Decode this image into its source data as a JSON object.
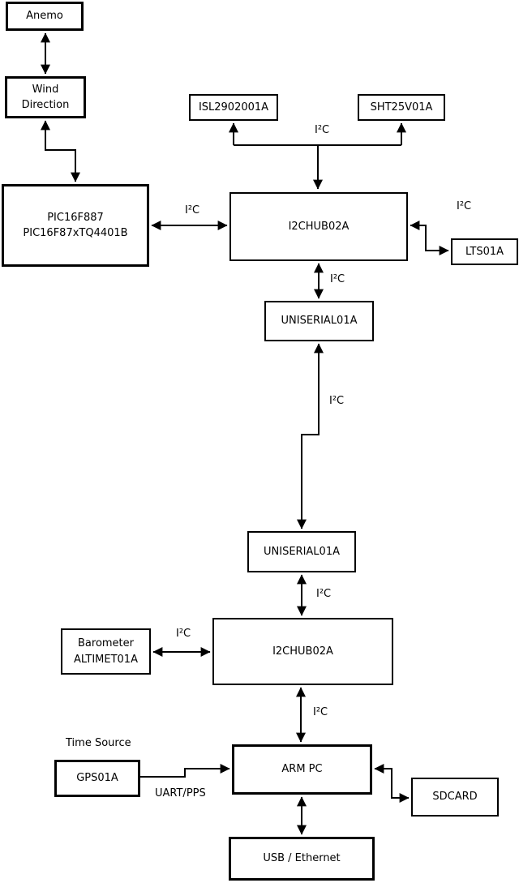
{
  "nodes": {
    "anemo": {
      "label": "Anemo"
    },
    "wind_direction": {
      "label": "Wind\nDirection"
    },
    "pic": {
      "label": "PIC16F887\nPIC16F87xTQ4401B"
    },
    "isl": {
      "label": "ISL2902001A"
    },
    "sht": {
      "label": "SHT25V01A"
    },
    "i2chub_top": {
      "label": "I2CHUB02A"
    },
    "lts": {
      "label": "LTS01A"
    },
    "uniserial_top": {
      "label": "UNISERIAL01A"
    },
    "uniserial_bottom": {
      "label": "UNISERIAL01A"
    },
    "barometer": {
      "label": "Barometer\nALTIMET01A"
    },
    "i2chub_bottom": {
      "label": "I2CHUB02A"
    },
    "gps": {
      "label": "GPS01A"
    },
    "arm_pc": {
      "label": "ARM PC"
    },
    "sdcard": {
      "label": "SDCARD"
    },
    "usb_ethernet": {
      "label": "USB / Ethernet"
    }
  },
  "labels": {
    "i2c": "I²C",
    "time_source": "Time Source",
    "uart_pps": "UART/PPS"
  },
  "colors": {
    "background": "#ffffff",
    "line": "#000000",
    "box_fill": "#ffffff",
    "text": "#000000"
  }
}
